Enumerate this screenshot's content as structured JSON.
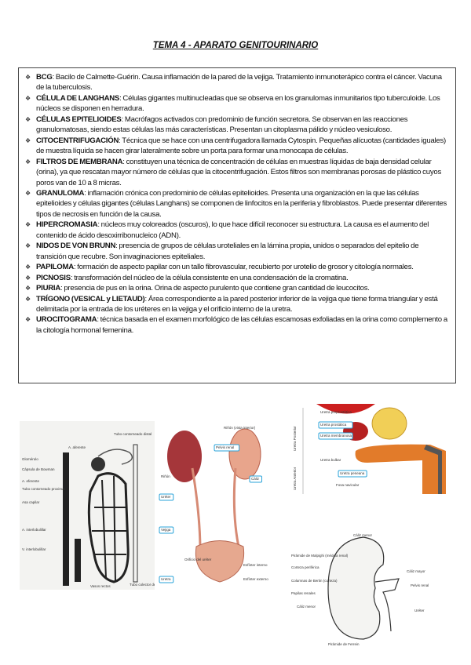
{
  "title": "TEMA 4 - APARATO GENITOURINARIO",
  "bullet_icon": "diamond-bullet",
  "glossary": [
    {
      "term": "BCG",
      "definition": ": Bacilo de Calmette-Guérin. Causa inflamación de la pared de la vejiga. Tratamiento inmunoterápico contra el cáncer. Vacuna de la tuberculosis."
    },
    {
      "term": "CÉLULA DE LANGHANS",
      "definition": ": Células gigantes multinucleadas que se observa en los granulomas inmunitarios tipo tuberculoide. Los núcleos se disponen en herradura."
    },
    {
      "term": "CÉLULAS EPITELIOIDES",
      "definition": ": Macrófagos activados con predominio de función secretora. Se observan en las reacciones granulomatosas, siendo estas células las más características. Presentan un citoplasma pálido y núcleo vesiculoso."
    },
    {
      "term": "CITOCENTRIFUGACIÓN",
      "definition": ": Técnica que se hace con una centrifugadora llamada Cytospin. Pequeñas alícuotas (cantidades iguales) de muestra líquida se hacen girar lateralmente sobre un porta para formar una monocapa de células."
    },
    {
      "term": "FILTROS DE MEMBRANA",
      "definition": ": constituyen una técnica de concentración de células en muestras líquidas de baja densidad celular (orina), ya que rescatan mayor número de células que la citocentrifugación. Estos filtros son membranas porosas de plástico cuyos poros van de 10 a 8 micras."
    },
    {
      "term": "GRANULOMA",
      "definition": ": inflamación crónica con predominio de células epitelioides. Presenta una organización en la que las células epitelioides y células gigantes (células Langhans) se componen de linfocitos en la periferia y fibroblastos. Puede presentar diferentes tipos de necrosis en función de la causa."
    },
    {
      "term": "HIPERCROMASIA",
      "definition": ": núcleos muy coloreados (oscuros), lo que hace difícil reconocer su estructura. La causa es el aumento del contenido de ácido desoxirribonucleico (ADN)."
    },
    {
      "term": "NIDOS DE VON BRUNN",
      "definition": ": presencia de grupos de células uroteliales en la lámina propia, unidos o separados del epitelio de transición que recubre. Son invaginaciones epiteliales."
    },
    {
      "term": "PAPILOMA",
      "definition": ": formación de aspecto papilar con un tallo fibrovascular, recubierto por urotelio de grosor y citología normales."
    },
    {
      "term": "PICNOSIS",
      "definition": ": transformación del núcleo de la célula consistente en una condensación de la cromatina."
    },
    {
      "term": "PIURIA",
      "definition": ": presencia de pus en la orina. Orina de aspecto purulento que contiene gran cantidad de leucocitos."
    },
    {
      "term": "TRÍGONO (VESICAL y LIETAUD)",
      "definition": ": Área correspondiente a la pared posterior inferior de la vejiga que tiene forma triangular y está delimitada por la entrada de los uréteres en la vejiga y el orificio interno de la uretra."
    },
    {
      "term": "UROCITOGRAMA",
      "definition": ": técnica basada en el examen morfológico de las células escamosas exfoliadas en la orina como complemento a la citología hormonal femenina."
    }
  ],
  "figures": {
    "nephron": {
      "labels": [
        "A. aferente",
        "Glomérulo",
        "Cápsula de Bowman",
        "A. eferente",
        "Tubo contorneado proximal",
        "Asa capilar",
        "A. interlobulillar",
        "V. interlobulillar",
        "Tubo contorneado distal",
        "Tubo colector de Bellini",
        "Vasos rectos"
      ]
    },
    "urinary_system": {
      "labels": [
        "Riñón",
        "Uréter",
        "Vejiga",
        "Orificio del uréter",
        "Uretra",
        "Esfínter interno",
        "Esfínter externo",
        "Riñón (vista interior)",
        "Pelvis renal",
        "Cáliz"
      ]
    },
    "male_urethra": {
      "labels": [
        "Uretra preprostática",
        "Uretra prostática",
        "Uretra membranosa",
        "Uretra bulbar",
        "Uretra peneana",
        "Fosa navicular",
        "Uretra Posterior",
        "Uretra Anterior"
      ],
      "accent": "#29a3d9"
    },
    "kidney_section": {
      "labels": [
        "Cáliz menor",
        "Pirámide de Malpighi (médula renal)",
        "Corteza periférica",
        "Columnas de Bertin (corteza)",
        "Papilas renales",
        "Cáliz menor",
        "Pirámide de Ferrein",
        "Cáliz mayor",
        "Pelvis renal",
        "Uréter"
      ]
    }
  }
}
